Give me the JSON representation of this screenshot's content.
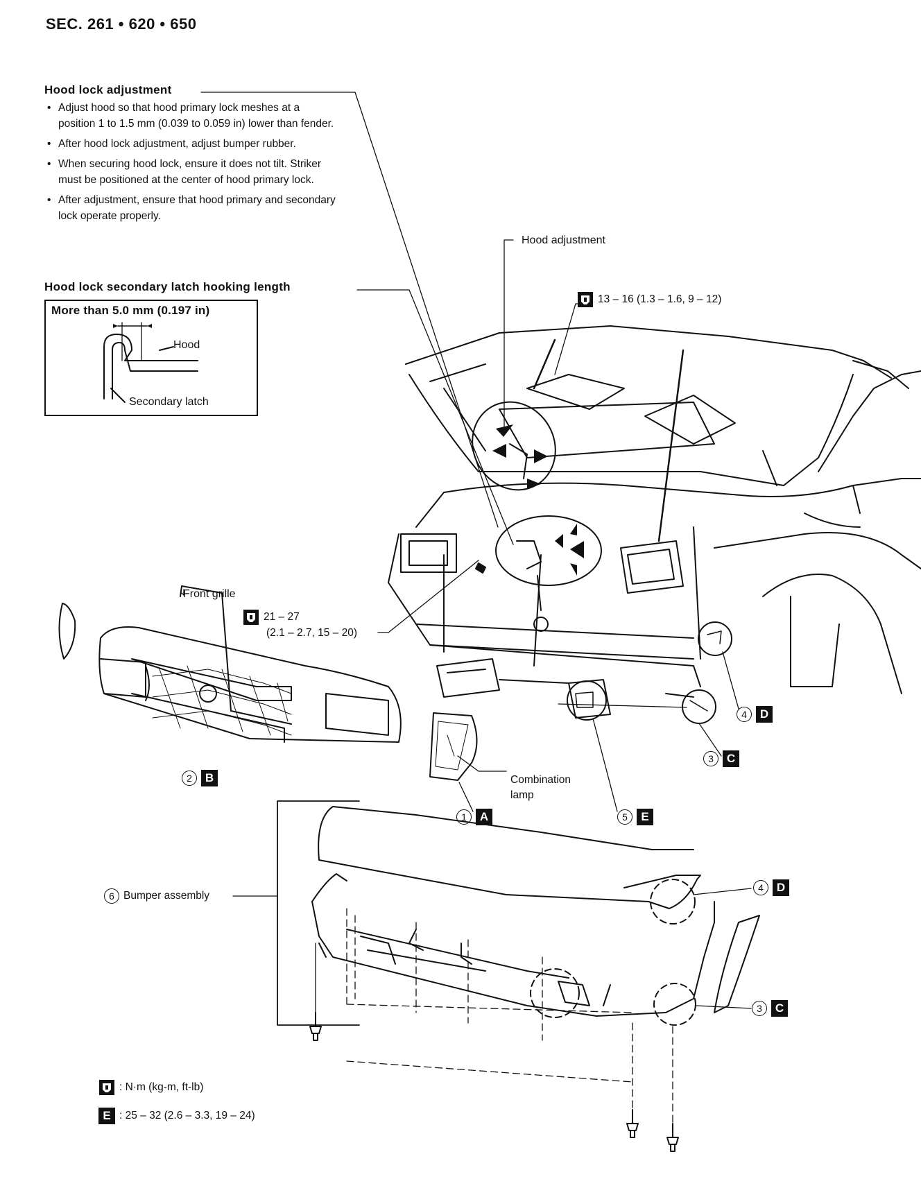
{
  "header": {
    "section_code": "SEC. 261 • 620 • 650"
  },
  "hood_lock_adjustment": {
    "title": "Hood lock adjustment",
    "bullets": [
      "Adjust hood so that hood primary lock meshes at a position 1 to 1.5 mm (0.039 to 0.059 in) lower than fender.",
      "After hood lock adjustment, adjust bumper rubber.",
      "When securing hood lock, ensure it does not tilt.  Striker must be positioned at the center of hood primary lock.",
      "After adjustment, ensure that hood primary and secondary lock operate properly."
    ]
  },
  "secondary_latch": {
    "title": "Hood lock secondary latch hooking length",
    "box_title": "More than 5.0 mm (0.197 in)",
    "hood_label": "Hood",
    "latch_label": "Secondary latch"
  },
  "labels": {
    "hood_adjustment": "Hood adjustment",
    "torque_hood": "13 – 16 (1.3 – 1.6, 9 – 12)",
    "front_grille": "Front grille",
    "torque_lock_line1": "21 – 27",
    "torque_lock_line2": "(2.1 – 2.7, 15 – 20)",
    "combination_lamp_line1": "Combination",
    "combination_lamp_line2": "lamp",
    "bumper_assembly": "Bumper assembly"
  },
  "callouts": [
    {
      "id": "c1",
      "num": "1",
      "letter": "A"
    },
    {
      "id": "c2",
      "num": "2",
      "letter": "B"
    },
    {
      "id": "c3a",
      "num": "3",
      "letter": "C"
    },
    {
      "id": "c3b",
      "num": "3",
      "letter": "C"
    },
    {
      "id": "c4a",
      "num": "4",
      "letter": "D"
    },
    {
      "id": "c4b",
      "num": "4",
      "letter": "D"
    },
    {
      "id": "c5",
      "num": "5",
      "letter": "E"
    },
    {
      "id": "c6",
      "num": "6",
      "letter": ""
    }
  ],
  "legend": {
    "torque_units": ": N·m (kg-m, ft-lb)",
    "e_letter": "E",
    "e_torque": ": 25 – 32 (2.6 – 3.3, 19 – 24)"
  }
}
